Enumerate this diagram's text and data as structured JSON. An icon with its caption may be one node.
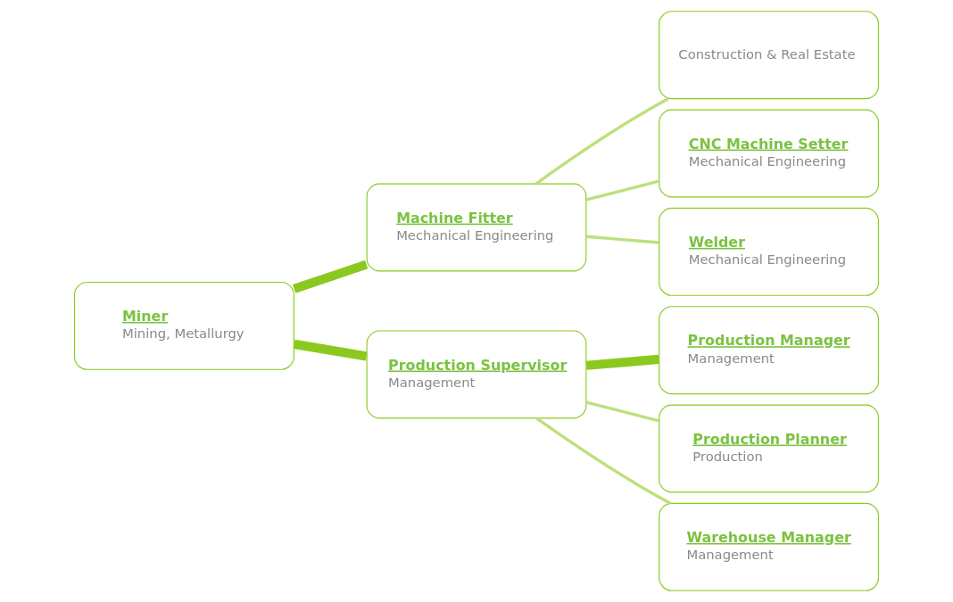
{
  "diagram": {
    "nodes": [
      {
        "text": [
          "Miner",
          "Mining, Metallurgy"
        ]
      },
      {
        "text": [
          "Machine Fitter",
          "Mechanical Engineering"
        ]
      },
      {
        "text": [
          "Production Supervisor",
          "Management"
        ]
      },
      {
        "text": [
          "Construction & Real Estate"
        ]
      },
      {
        "text": [
          "CNC Machine Setter",
          "Mechanical Engineering"
        ]
      },
      {
        "text": [
          "Welder",
          "Mechanical Engineering"
        ]
      },
      {
        "text": [
          "Production Manager",
          "Management"
        ]
      },
      {
        "text": [
          "Production Planner",
          "Production"
        ]
      },
      {
        "text": [
          "Warehouse Manager",
          "Management"
        ]
      }
    ],
    "edges": [
      {
        "from": 0,
        "to": 1,
        "arrow": "none",
        "style": "thick",
        "color": "#8cc91e"
      },
      {
        "from": 0,
        "to": 2,
        "arrow": "none",
        "style": "thick",
        "color": "#8cc91e"
      },
      {
        "from": 1,
        "to": 3,
        "arrow": "none"
      },
      {
        "from": 1,
        "to": 4,
        "arrow": "none"
      },
      {
        "from": 1,
        "to": 5,
        "arrow": "none"
      },
      {
        "from": 2,
        "to": 6,
        "arrow": "none",
        "style": "thick",
        "color": "#8cc91e"
      },
      {
        "from": 2,
        "to": 7,
        "arrow": "none"
      },
      {
        "from": 2,
        "to": 8,
        "arrow": "none"
      }
    ]
  }
}
